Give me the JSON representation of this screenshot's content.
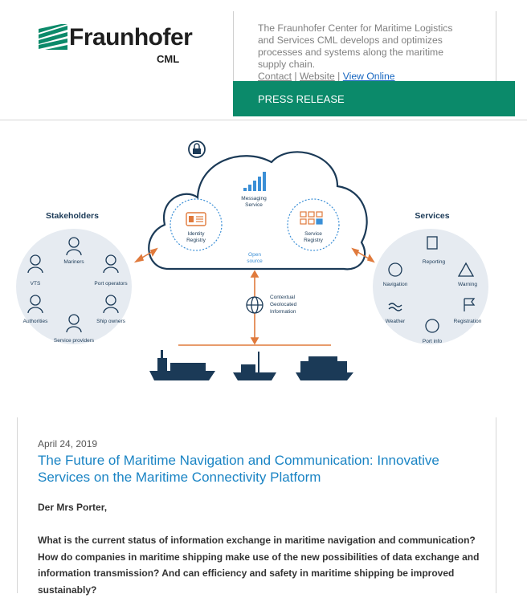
{
  "header": {
    "logo_text": "Fraunhofer",
    "logo_sub": "CML",
    "description": "The Fraunhofer Center for Maritime Logistics and Services CML develops and optimizes processes and systems along the maritime supply chain.",
    "links": {
      "contact": "Contact",
      "website": "Website",
      "view_online": "View Online",
      "separator": "|"
    },
    "press_release": "PRESS RELEASE"
  },
  "figure": {
    "stakeholders_title": "Stakeholders",
    "stakeholders": [
      "Mariners",
      "VTS",
      "Port operators",
      "Authorities",
      "Ship owners",
      "Service providers"
    ],
    "cloud": {
      "messaging": [
        "Messaging",
        "Service"
      ],
      "identity": [
        "Identity",
        "Registry"
      ],
      "service": [
        "Service",
        "Registry"
      ],
      "open": [
        "Open",
        "source"
      ]
    },
    "contextual": [
      "Contextual",
      "Geolocated",
      "Information"
    ],
    "services_title": "Services",
    "services": [
      "Reporting",
      "Navigation",
      "Warning",
      "Weather",
      "Registration",
      "Port info"
    ]
  },
  "article": {
    "date": "April 24, 2019",
    "title": "The Future of Maritime Navigation and Communication: Innovative Services on the Maritime Connectivity Platform",
    "greeting": "Der Mrs Porter,",
    "lead": "What is the current status of information exchange in maritime navigation and communication? How do companies in maritime shipping make use of the new possibilities of data exchange and information transmission? And can efficiency and safety in maritime shipping be improved sustainably?"
  },
  "colors": {
    "green": "#0b8a6a",
    "navy": "#1b3a57",
    "link_blue": "#1a84c4",
    "accent_orange": "#e07a3c"
  }
}
